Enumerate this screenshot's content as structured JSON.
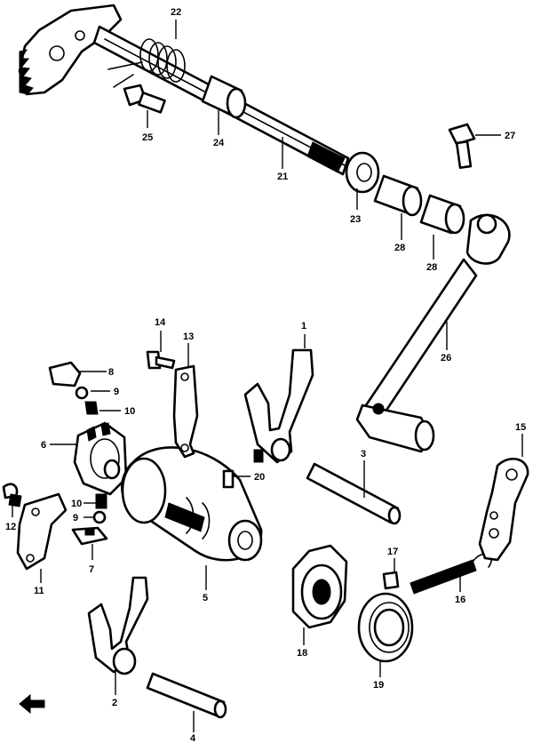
{
  "callouts": [
    "1",
    "2",
    "4",
    "5",
    "6",
    "7",
    "8",
    "9",
    "9",
    "10",
    "10",
    "11",
    "12",
    "13",
    "14",
    "15",
    "16",
    "17",
    "18",
    "19",
    "20",
    "21",
    "22",
    "23",
    "24",
    "25",
    "26",
    "27",
    "28",
    "28",
    "3"
  ],
  "icons": [
    "front-direction-arrow-icon"
  ]
}
